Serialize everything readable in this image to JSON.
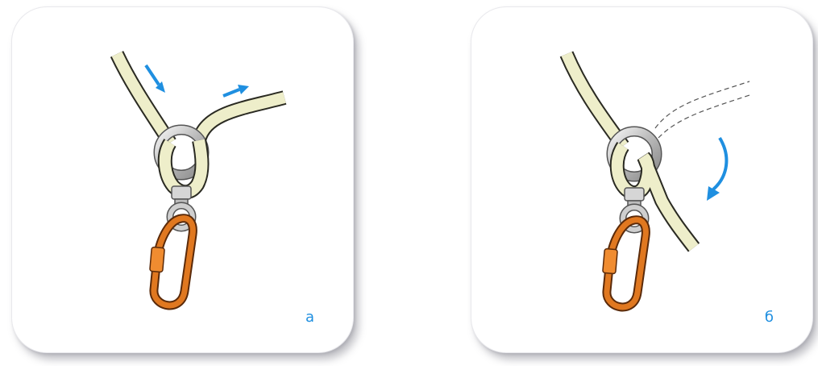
{
  "panels": [
    {
      "id": "a",
      "label": "а"
    },
    {
      "id": "b",
      "label": "б"
    }
  ],
  "colors": {
    "rope": "#eeeeca",
    "rope_outline": "#2a2a22",
    "ring_metal": "#c8c8c8",
    "carabiner": "#e07820",
    "arrow": "#1f8fe0",
    "label": "#1f8fe0"
  },
  "icons": [
    "ring-icon",
    "swivel-icon",
    "carabiner-icon",
    "arrow-icon"
  ]
}
